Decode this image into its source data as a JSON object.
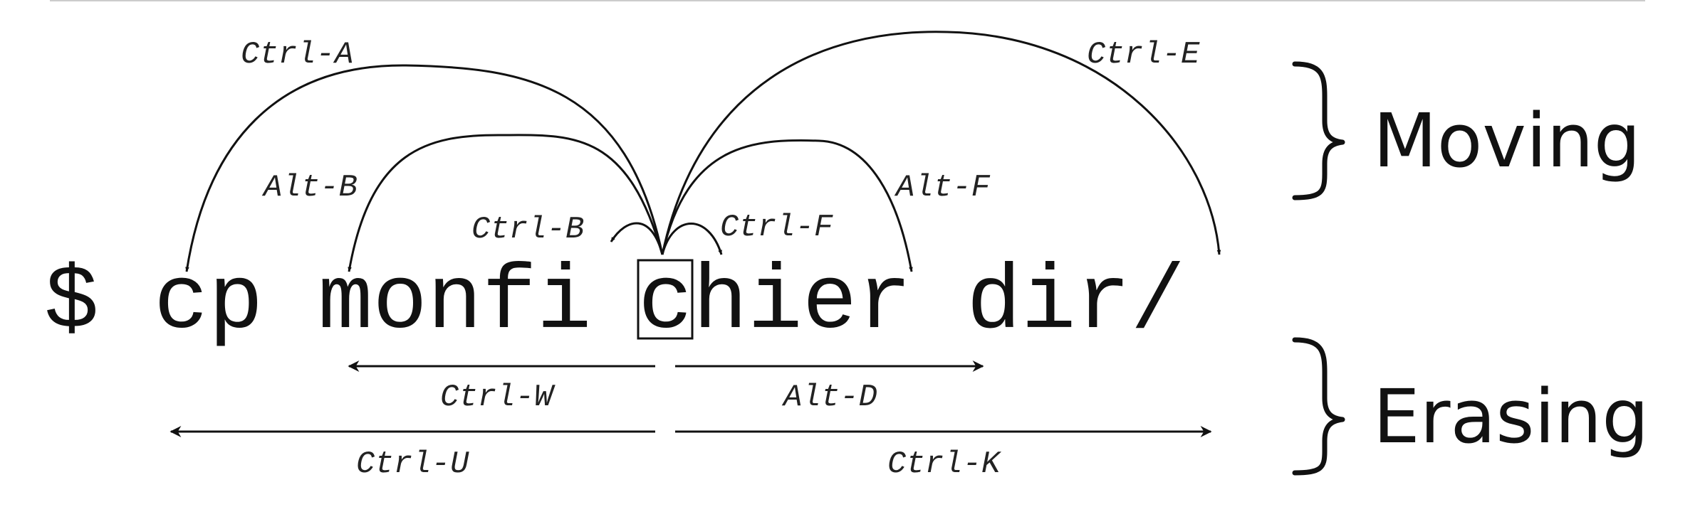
{
  "command": {
    "prompt": "$",
    "before_cursor": "cp monfi",
    "cursor_char": "c",
    "after_cursor": "hier dir/"
  },
  "moving": {
    "label": "Moving",
    "keys": {
      "ctrl_a": "Ctrl-A",
      "ctrl_e": "Ctrl-E",
      "alt_b": "Alt-B",
      "alt_f": "Alt-F",
      "ctrl_b": "Ctrl-B",
      "ctrl_f": "Ctrl-F"
    }
  },
  "erasing": {
    "label": "Erasing",
    "keys": {
      "ctrl_w": "Ctrl-W",
      "alt_d": "Alt-D",
      "ctrl_u": "Ctrl-U",
      "ctrl_k": "Ctrl-K"
    }
  },
  "colors": {
    "ink": "#111111",
    "rule": "#cccccc",
    "background": "#ffffff"
  }
}
